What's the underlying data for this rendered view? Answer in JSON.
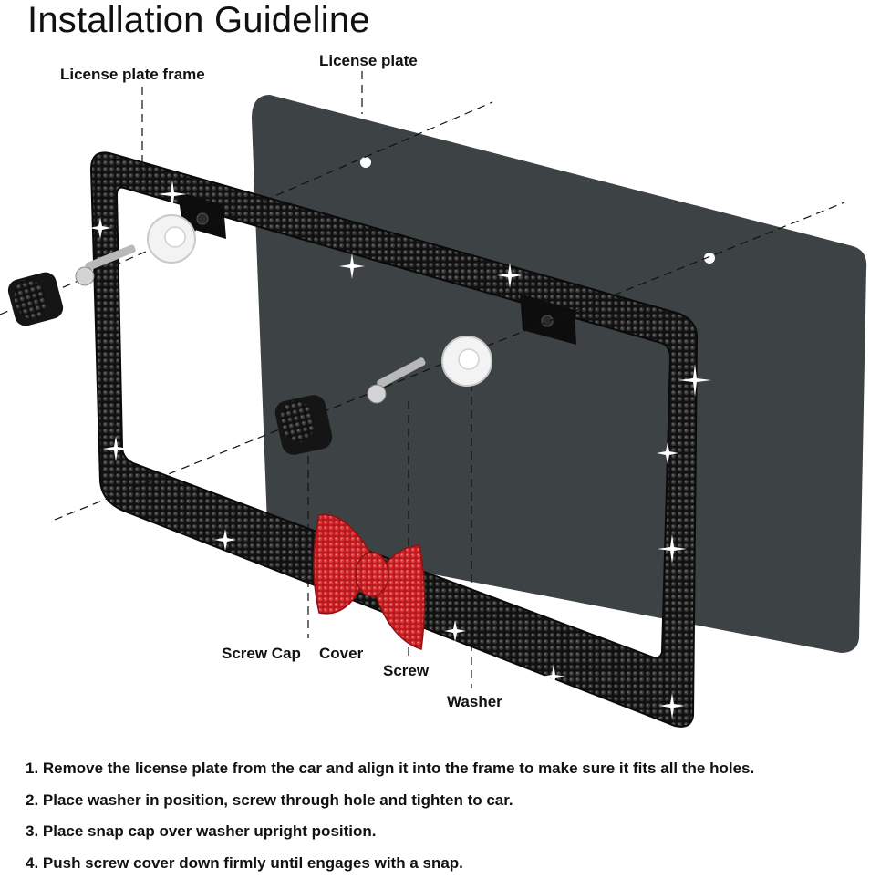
{
  "title": "Installation Guideline",
  "labels": {
    "license_plate_frame": "License plate frame",
    "license_plate": "License plate",
    "screw_cap": "Screw Cap",
    "cover": "Cover",
    "screw": "Screw",
    "washer": "Washer"
  },
  "steps": [
    "1. Remove the license plate from the car and align it into the frame to make sure it fits all the holes.",
    "2. Place washer in position, screw through hole and tighten to car.",
    "3. Place snap cap over washer upright position.",
    "4. Push screw cover down firmly until engages with a snap."
  ],
  "colors": {
    "plate": "#3d4244",
    "frame": "#151515",
    "bow": "#d8262a",
    "washer": "#f2f2f2"
  }
}
